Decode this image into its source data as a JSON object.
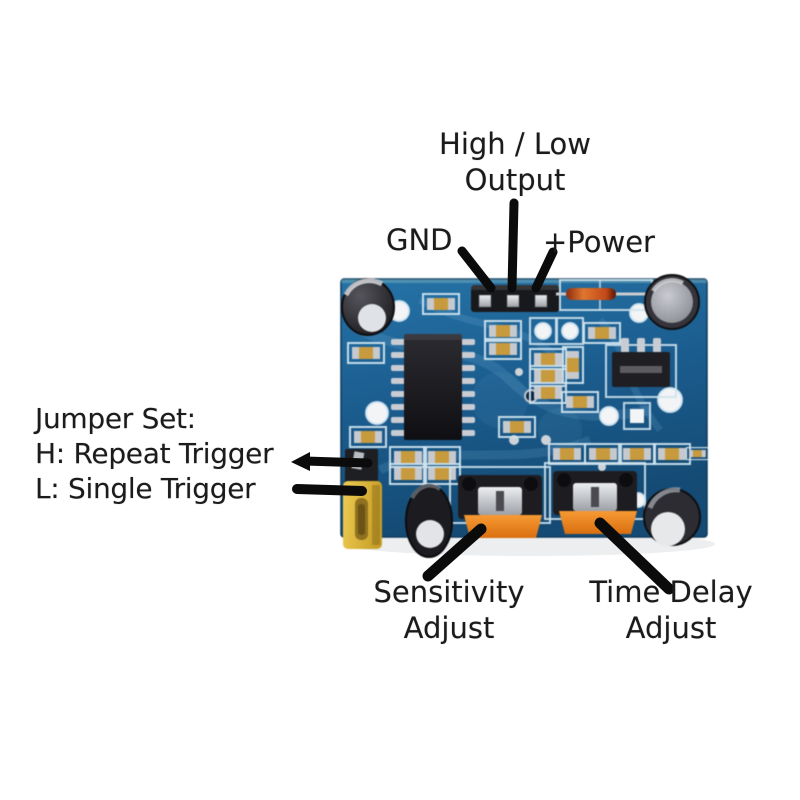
{
  "figure": {
    "description": "Annotated photo of a blue PIR motion sensor circuit board with callout labels",
    "background": "#ffffff"
  },
  "labels": {
    "output": {
      "line1": "High / Low",
      "line2": "Output"
    },
    "gnd": "GND",
    "power": "+Power",
    "jumper": {
      "line1": "Jumper Set:",
      "line2": "H: Repeat Trigger",
      "line3": "L: Single Trigger"
    },
    "sensitivity": {
      "line1": "Sensitivity",
      "line2": "Adjust"
    },
    "time_delay": {
      "line1": "Time Delay",
      "line2": "Adjust"
    }
  },
  "colors": {
    "text": "#1b1b1b",
    "arrow": "#0b0b0b",
    "pcb_blue": "#1b5c8e",
    "pcb_blue_dark": "#154b75",
    "silkscreen": "#cfe3ee",
    "pot_orange": "#ef8519",
    "jumper_yellow": "#e5bc42",
    "component_black": "#1c1c20",
    "pin_silver": "#c6cacf",
    "diode_orange": "#d55a1c"
  },
  "components": [
    "pin-header-3pin",
    "gnd-pin",
    "output-pin",
    "power-pin",
    "ic-chip",
    "voltage-regulator",
    "protection-diode",
    "sensitivity-potentiometer",
    "time-delay-potentiometer",
    "trigger-jumper-header",
    "trigger-jumper-cap",
    "electrolytic-capacitor",
    "smd-resistor",
    "mounting-hole"
  ]
}
